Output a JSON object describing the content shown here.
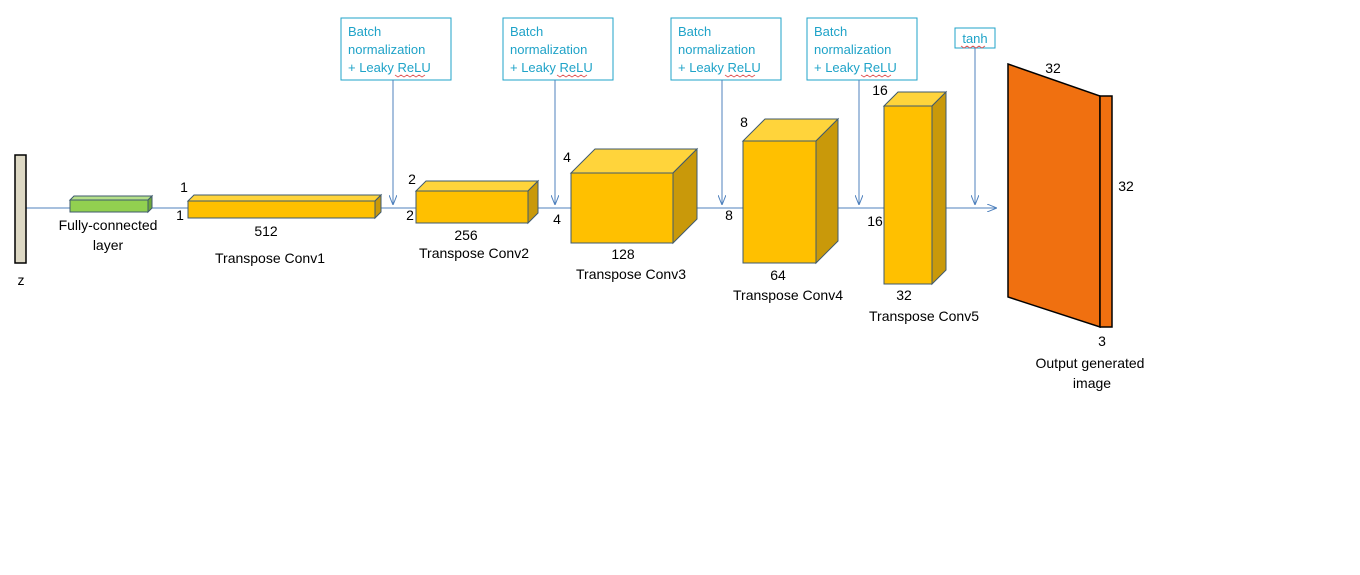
{
  "input": {
    "label": "z"
  },
  "fc": {
    "label_line1": "Fully-connected",
    "label_line2": "layer"
  },
  "blocks": [
    {
      "id": "conv1",
      "name": "Transpose Conv1",
      "height_dim": "1",
      "width_dim": "1",
      "channels": "512"
    },
    {
      "id": "conv2",
      "name": "Transpose Conv2",
      "height_dim": "2",
      "width_dim": "2",
      "channels": "256"
    },
    {
      "id": "conv3",
      "name": "Transpose Conv3",
      "height_dim": "4",
      "width_dim": "4",
      "channels": "128"
    },
    {
      "id": "conv4",
      "name": "Transpose Conv4",
      "height_dim": "8",
      "width_dim": "8",
      "channels": "64"
    },
    {
      "id": "conv5",
      "name": "Transpose Conv5",
      "height_dim": "16",
      "width_dim": "16",
      "channels": "32"
    }
  ],
  "notes": [
    {
      "line1": "Batch",
      "line2": "normalization",
      "line3_prefix": "+ Leaky ",
      "line3_word": "ReLU"
    },
    {
      "line1": "Batch",
      "line2": "normalization",
      "line3_prefix": "+ Leaky ",
      "line3_word": "ReLU"
    },
    {
      "line1": "Batch",
      "line2": "normalization",
      "line3_prefix": "+ Leaky ",
      "line3_word": "ReLU"
    },
    {
      "line1": "Batch",
      "line2": "normalization",
      "line3_prefix": "+ Leaky ",
      "line3_word": "ReLU"
    }
  ],
  "activation": {
    "label": "tanh"
  },
  "output": {
    "width_dim": "32",
    "height_dim": "32",
    "channels": "3",
    "label_line1": "Output generated",
    "label_line2": "image"
  },
  "colors": {
    "block_front": "#ffc000",
    "block_top": "#ffd43b",
    "block_side": "#c9990a",
    "fc_fill": "#92d050",
    "output_fill": "#f07010",
    "input_fill": "#ddd8c4",
    "connector": "#4f81bd",
    "note_text": "#1fa3c8"
  }
}
